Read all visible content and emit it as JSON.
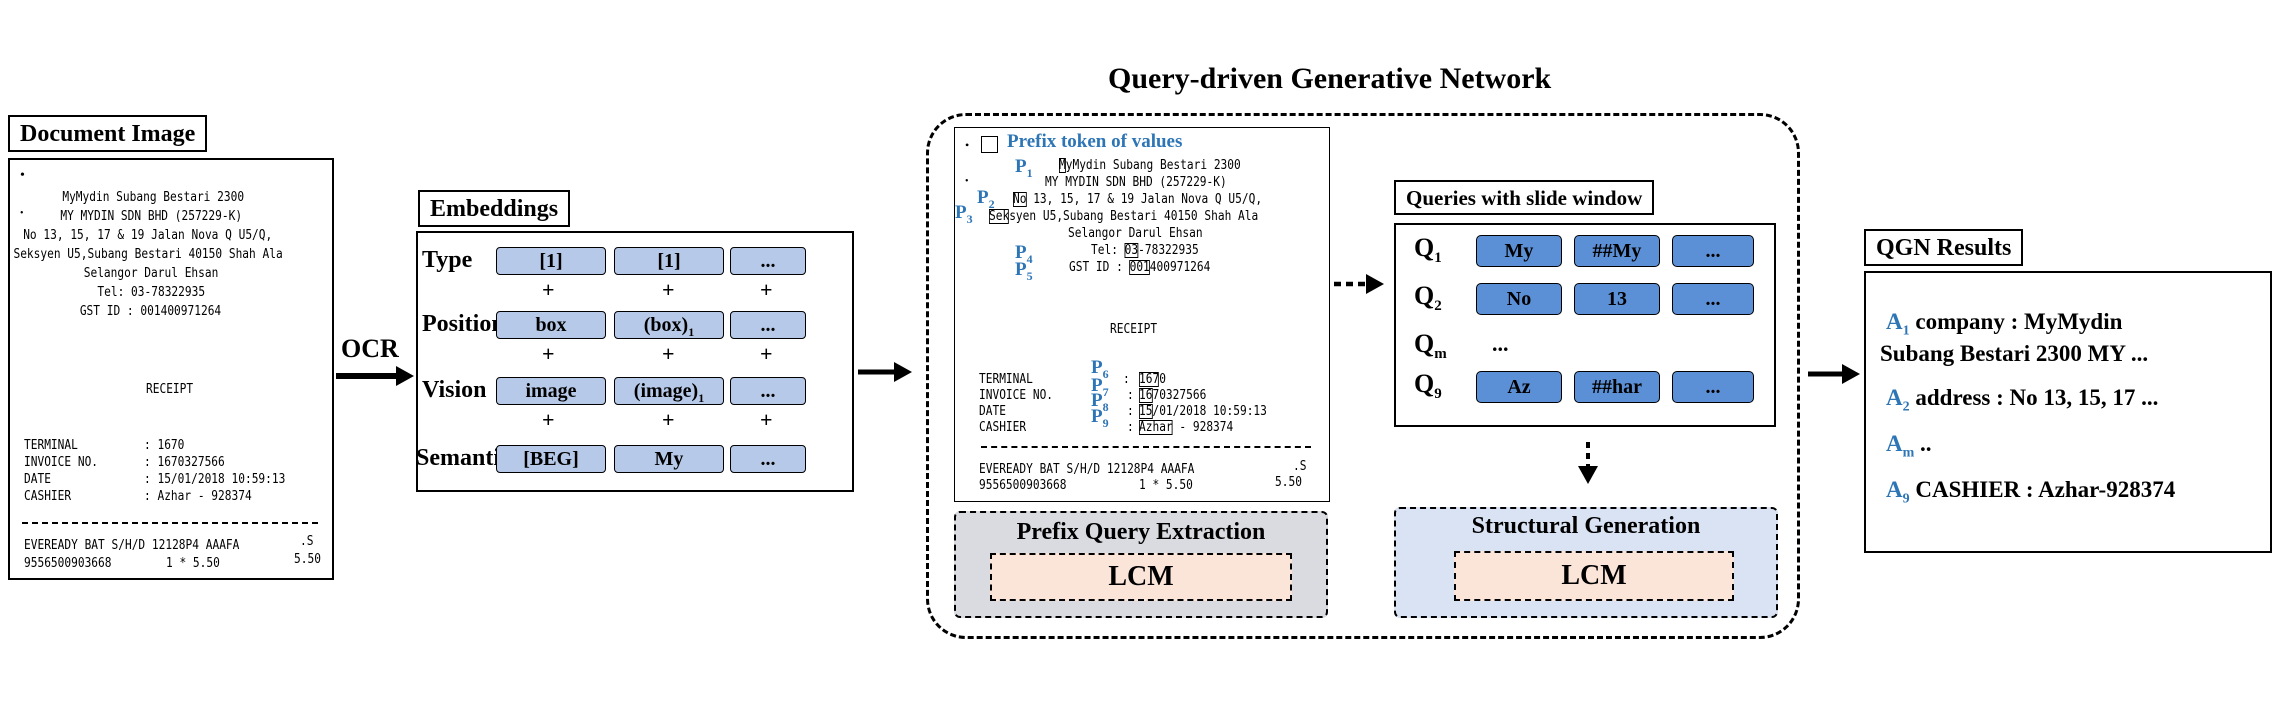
{
  "document_image": {
    "title": "Document Image",
    "receipt": {
      "header": [
        "MyMydin Subang Bestari 2300",
        "MY MYDIN SDN BHD (257229-K)",
        "No 13, 15, 17 & 19 Jalan Nova Q U5/Q,",
        "Seksyen U5,Subang Bestari 40150 Shah Ala",
        "Selangor Darul Ehsan",
        "Tel: 03-78322935",
        "GST ID : 001400971264"
      ],
      "receipt_title": "RECEIPT",
      "fields": [
        {
          "label": "TERMINAL",
          "value": ": 1670"
        },
        {
          "label": "INVOICE NO.",
          "value": ": 1670327566"
        },
        {
          "label": "DATE",
          "value": ": 15/01/2018 10:59:13"
        },
        {
          "label": "CASHIER",
          "value": ": Azhar - 928374"
        }
      ],
      "item_line_1": "EVEREADY BAT S/H/D 12128P4 AAAFA",
      "item_line_1_right": ".S",
      "item_line_2": "9556500903668",
      "item_line_2_mid": "1 * 5.50",
      "item_line_2_right": "5.50"
    }
  },
  "ocr_label": "OCR",
  "embeddings": {
    "title": "Embeddings",
    "rows": [
      {
        "label": "Type",
        "cells": [
          "[1]",
          "[1]",
          "..."
        ]
      },
      {
        "label": "Position",
        "cells": [
          "box",
          "(box)",
          "..."
        ],
        "sub": "1"
      },
      {
        "label": "Vision",
        "cells": [
          "image",
          "(image)",
          "..."
        ],
        "sub": "1"
      },
      {
        "label": "Semantic",
        "cells": [
          "[BEG]",
          "My",
          "..."
        ]
      }
    ],
    "plus": "+"
  },
  "qgn": {
    "title": "Query-driven Generative Network",
    "legend": "Prefix token of values",
    "receipt": {
      "header": [
        {
          "hl": "M",
          "rest": "yMydin Subang Bestari 2300"
        },
        {
          "hl": "",
          "rest": "MY MYDIN SDN BHD (257229-K)"
        },
        {
          "hl": "No",
          "rest": " 13, 15, 17 & 19 Jalan Nova Q U5/Q,"
        },
        {
          "hl": "Sek",
          "rest": "syen U5,Subang Bestari 40150 Shah Ala"
        },
        {
          "hl": "",
          "rest": "Selangor Darul Ehsan"
        },
        {
          "hl": "03",
          "pre": "Tel: ",
          "rest": "-78322935"
        },
        {
          "hl": "001",
          "pre": "GST ID : ",
          "rest": "400971264"
        }
      ],
      "receipt_title": "RECEIPT",
      "fields": [
        {
          "label": "TERMINAL",
          "colon": ":",
          "hl": "167",
          "rest": "0"
        },
        {
          "label": "INVOICE NO.",
          "colon": ":",
          "hl": "16",
          "rest": "70327566"
        },
        {
          "label": "DATE",
          "colon": ":",
          "hl": "15",
          "rest": "/01/2018 10:59:13"
        },
        {
          "label": "CASHIER",
          "colon": ":",
          "hl": "Azhar",
          "rest": " - 928374"
        }
      ],
      "item_line_1": "EVEREADY BAT S/H/D 12128P4 AAAFA",
      "item_line_1_right": ".S",
      "item_line_2": "9556500903668",
      "item_line_2_mid": "1 * 5.50",
      "item_line_2_right": "5.50"
    },
    "p_tags": [
      {
        "p": "P",
        "n": "1"
      },
      {
        "p": "P",
        "n": "2"
      },
      {
        "p": "P",
        "n": "3"
      },
      {
        "p": "P",
        "n": "4"
      },
      {
        "p": "P",
        "n": "5"
      },
      {
        "p": "P",
        "n": "6"
      },
      {
        "p": "P",
        "n": "7"
      },
      {
        "p": "P",
        "n": "8"
      },
      {
        "p": "P",
        "n": "9"
      }
    ],
    "prefix_query_extraction": "Prefix Query Extraction",
    "lcm_left": "LCM",
    "queries_title": "Queries with slide window",
    "queries": [
      {
        "q": "Q",
        "n": "1",
        "cells": [
          "My",
          "##My",
          "..."
        ]
      },
      {
        "q": "Q",
        "n": "2",
        "cells": [
          "No",
          "13",
          "..."
        ]
      },
      {
        "q": "Q",
        "n": "m",
        "cells": [
          "..."
        ]
      },
      {
        "q": "Q",
        "n": "9",
        "cells": [
          "Az",
          "##har",
          "..."
        ]
      }
    ],
    "structural_generation": "Structural Generation",
    "lcm_right": "LCM"
  },
  "results": {
    "title": "QGN Results",
    "items": [
      {
        "a": "A",
        "n": "1",
        "text": " company : MyMydin",
        "cont": "Subang Bestari 2300 MY ..."
      },
      {
        "a": "A",
        "n": "2",
        "text": "  address : No 13, 15, 17 ..."
      },
      {
        "a": "A",
        "n": "m",
        "text": " .."
      },
      {
        "a": "A",
        "n": "9",
        "text": "  CASHIER : Azhar-928374"
      }
    ]
  },
  "colors": {
    "pill_light": "#b7c9e8",
    "pill_dark": "#5b8fd6",
    "accent_blue": "#2e75b6",
    "lcm_fill": "#fbe5d9",
    "pqe_fill": "#d9dbe0",
    "sg_fill": "#dae3f3"
  }
}
